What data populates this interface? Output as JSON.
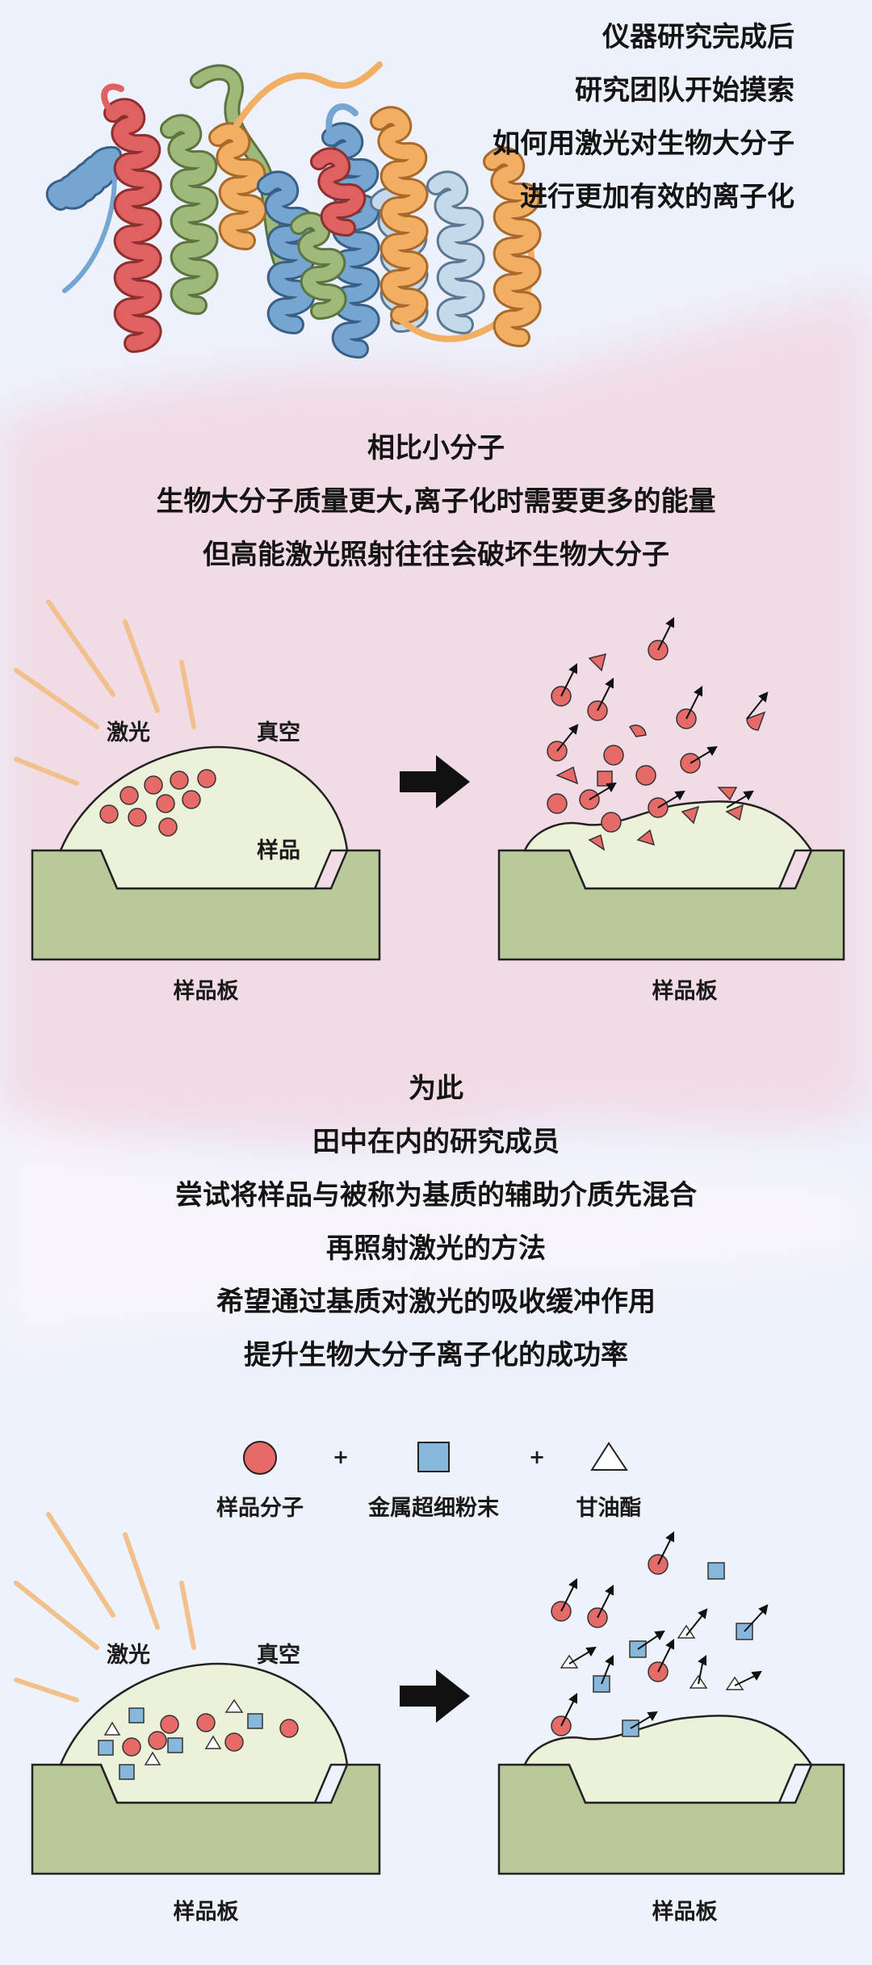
{
  "intro": {
    "lines": [
      "仪器研究完成后",
      "研究团队开始摸索",
      "如何用激光对生物大分子",
      "进行更加有效的离子化"
    ]
  },
  "problem": {
    "lines": [
      "相比小分子",
      "生物大分子质量更大,离子化时需要更多的能量",
      "但高能激光照射往往会破坏生物大分子"
    ]
  },
  "diagram1": {
    "laser_label": "激光",
    "vacuum_label": "真空",
    "sample_label": "样品",
    "plate_left_label": "样品板",
    "plate_right_label": "样品板"
  },
  "solution": {
    "lines": [
      "为此",
      "田中在内的研究成员",
      "尝试将样品与被称为基质的辅助介质先混合",
      "再照射激光的方法",
      "希望通过基质对激光的吸收缓冲作用",
      "提升生物大分子离子化的成功率"
    ]
  },
  "legend": {
    "plus_sign": "+",
    "items": [
      {
        "label": "样品分子",
        "icon": "red-circle-icon"
      },
      {
        "label": "金属超细粉末",
        "icon": "blue-square-icon"
      },
      {
        "label": "甘油酯",
        "icon": "white-triangle-icon"
      }
    ]
  },
  "diagram2": {
    "laser_label": "激光",
    "vacuum_label": "真空",
    "plate_left_label": "样品板",
    "plate_right_label": "样品板"
  },
  "colors": {
    "plate_green": "#b9c99a",
    "droplet": "#ecf1da",
    "molecule_red": "#e66a68",
    "metal_blue": "#88b7dc",
    "laser_orange": "#f1c08c",
    "helix_blue": "#74a6d1",
    "helix_red": "#e06161",
    "helix_green": "#9fb97a",
    "helix_orange": "#f2ae63",
    "helix_lightblue": "#c4d9eb",
    "pink_band": "#f1dbe6"
  }
}
